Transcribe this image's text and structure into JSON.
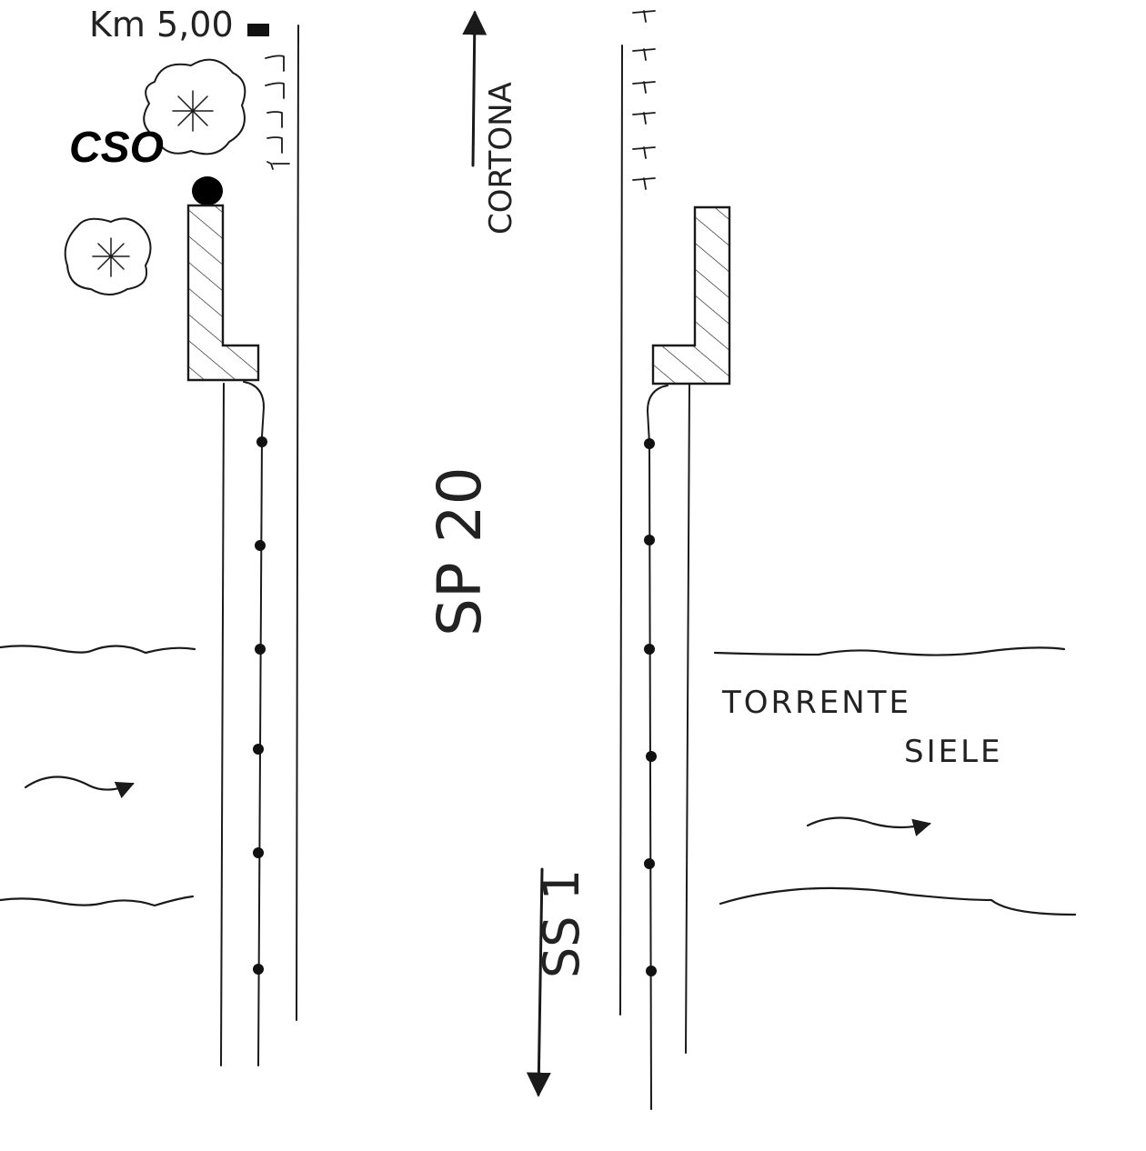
{
  "labels": {
    "km_marker": "Km 5,00",
    "cso": "CSO",
    "direction_north": "CORTONA",
    "road": "SP 20",
    "direction_south": "SS 1",
    "river_line1": "TORRENTE",
    "river_line2": "SIELE"
  },
  "colors": {
    "ink": "#1a1a1a",
    "background": "#ffffff"
  }
}
